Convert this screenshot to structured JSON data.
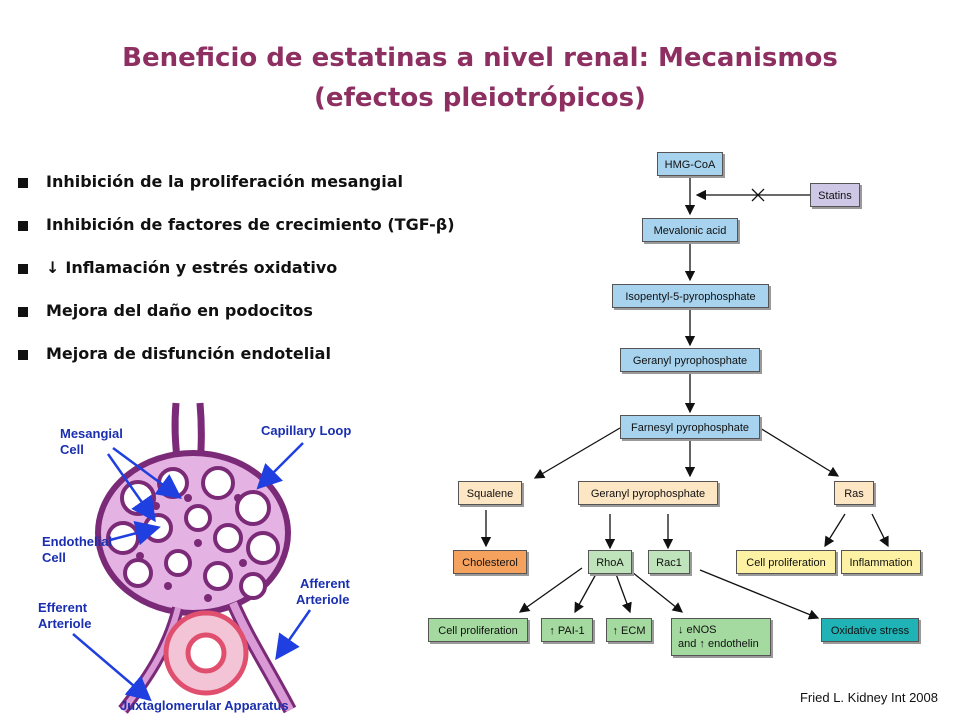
{
  "title": {
    "line1": "Beneficio de estatinas a nivel renal: Mecanismos",
    "line2": "(efectos pleiotrópicos)"
  },
  "bullets": [
    {
      "text": "Inhibición de la proliferación mesangial"
    },
    {
      "text": "Inhibición de factores de crecimiento (TGF-β)"
    },
    {
      "prefix": "↓",
      "text": "Inflamación y estrés oxidativo"
    },
    {
      "text": "Mejora del daño en podocitos"
    },
    {
      "text": "Mejora de disfunción endotelial"
    }
  ],
  "glomerulus": {
    "labels": {
      "mesangial_1": "Mesangial",
      "mesangial_2": "Cell",
      "capillary": "Capillary Loop",
      "endothelial_1": "Endothelial",
      "endothelial_2": "Cell",
      "efferent_1": "Efferent",
      "efferent_2": "Arteriole",
      "afferent_1": "Afferent",
      "afferent_2": "Arteriole",
      "jga": "Juxtaglomerular Apparatus"
    }
  },
  "pathway": {
    "hmg": "HMG-CoA",
    "statins": "Statins",
    "mevalonic": "Mevalonic acid",
    "isopentyl": "Isopentyl-5-pyrophosphate",
    "geranyl_top": "Geranyl pyrophosphate",
    "farnesyl": "Farnesyl pyrophosphate",
    "squalene": "Squalene",
    "geranyl_mid": "Geranyl pyrophosphate",
    "ras": "Ras",
    "cholesterol": "Cholesterol",
    "rhoa": "RhoA",
    "rac1": "Rac1",
    "ras_prolif": "Cell proliferation",
    "inflammation": "Inflammation",
    "cell_prolif": "Cell proliferation",
    "pai1": "↑ PAI-1",
    "ecm": "↑ ECM",
    "enos_1": "↓ eNOS",
    "enos_2": "and ↑ endothelin",
    "oxidative": "Oxidative stress"
  },
  "citation": "Fried L. Kidney Int 2008",
  "colors": {
    "title": "#8e2f61",
    "vessel_dark": "#7b2a78",
    "tissue": "#d99ad6",
    "label_blue": "#1a2fb0",
    "arrow_blue": "#1f3fe0",
    "macula": "#e0506e"
  }
}
